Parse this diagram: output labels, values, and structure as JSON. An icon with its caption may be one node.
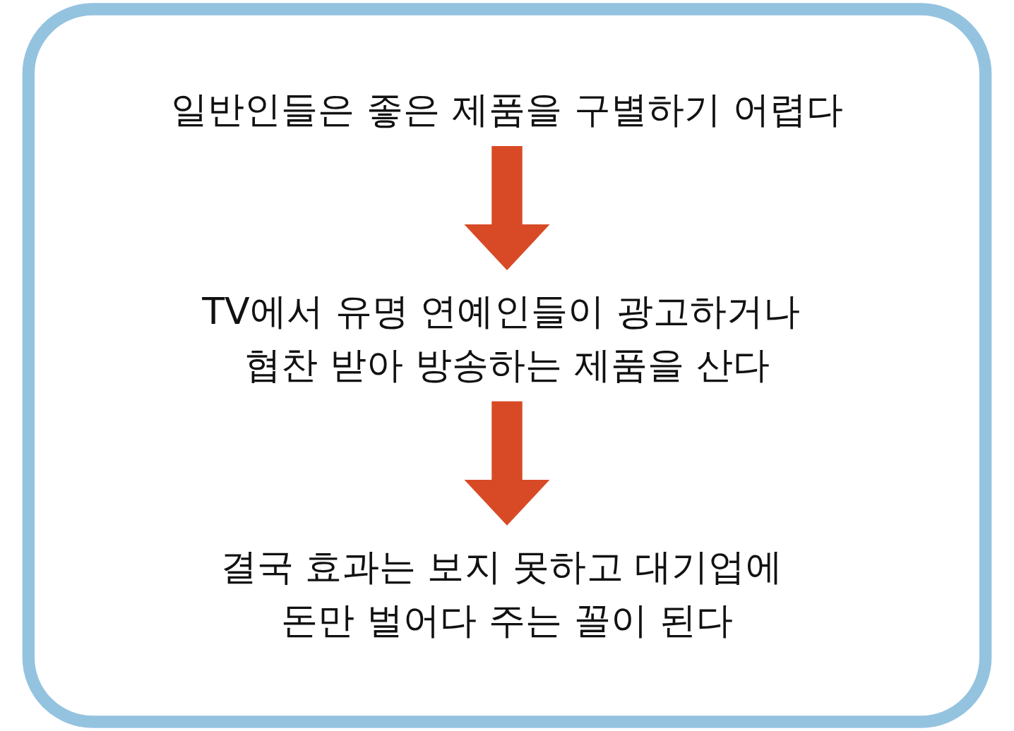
{
  "diagram": {
    "nodes": [
      {
        "text": [],
        "shape": "box"
      },
      {
        "text": [
          "일반인들은 좋은 제품을 구별하기 어렵다"
        ],
        "in": 0
      },
      {
        "text": [
          "TV에서 유명 연예인들이 광고하거나 협찬 받아 방송하는 제품을 산다"
        ],
        "in": 0
      },
      {
        "text": [
          "결국 효과는 보지 못하고 대기업에 돈만 벌어다 주는 꼴이 된다"
        ],
        "in": 0
      }
    ],
    "edges": [
      {
        "from": 1,
        "to": 2,
        "arrow": "to"
      },
      {
        "from": 2,
        "to": 3,
        "arrow": "to"
      }
    ]
  }
}
